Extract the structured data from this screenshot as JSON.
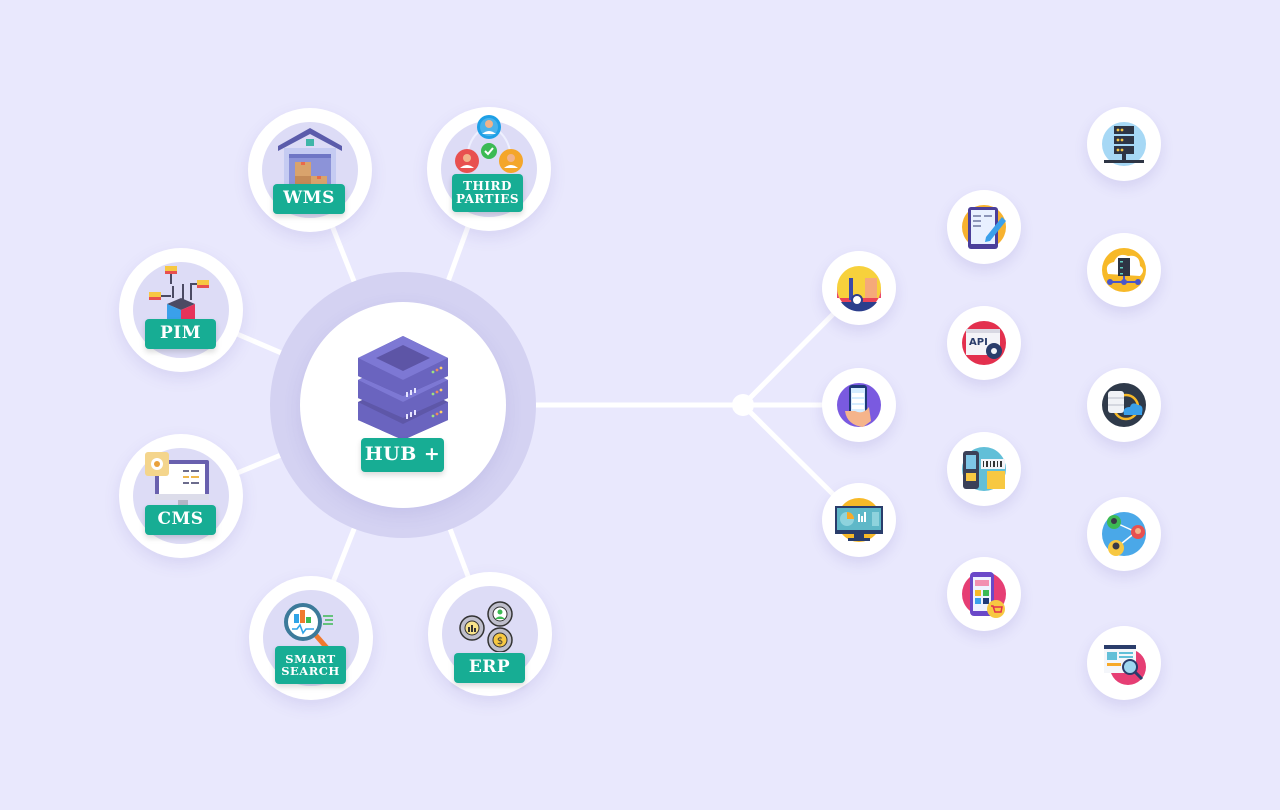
{
  "colors": {
    "background": "#e9e8fd",
    "hub_ring": "#d4d2f2",
    "connector": "#ffffff",
    "label_bg": "#17ad94",
    "label_text": "#ffffff",
    "node_inner": "#dddcf6"
  },
  "hub": {
    "label": "HUB +",
    "icon": "server-stack-icon"
  },
  "left_nodes": [
    {
      "id": "wms",
      "label": "WMS",
      "icon": "warehouse-icon"
    },
    {
      "id": "third-parties",
      "label": "THIRD\nPARTIES",
      "icon": "connected-users-icon"
    },
    {
      "id": "pim",
      "label": "PIM",
      "icon": "product-box-network-icon"
    },
    {
      "id": "cms",
      "label": "CMS",
      "icon": "monitor-gear-icon"
    },
    {
      "id": "smart-search",
      "label": "SMART\nSEARCH",
      "icon": "magnifier-analytics-icon"
    },
    {
      "id": "erp",
      "label": "ERP",
      "icon": "gears-finance-icon"
    }
  ],
  "right_nodes": {
    "column_1": [
      {
        "icon": "forklift-icon"
      },
      {
        "icon": "mobile-app-hand-icon"
      },
      {
        "icon": "dashboard-monitor-icon"
      }
    ],
    "column_2": [
      {
        "icon": "tablet-edit-icon"
      },
      {
        "icon": "api-gear-icon",
        "text": "API"
      },
      {
        "icon": "barcode-scanner-icon"
      },
      {
        "icon": "mobile-shop-cart-icon"
      }
    ],
    "column_3": [
      {
        "icon": "server-rack-icon"
      },
      {
        "icon": "cloud-server-icon"
      },
      {
        "icon": "database-cloud-icon"
      },
      {
        "icon": "user-network-icon"
      },
      {
        "icon": "web-search-icon"
      }
    ]
  }
}
